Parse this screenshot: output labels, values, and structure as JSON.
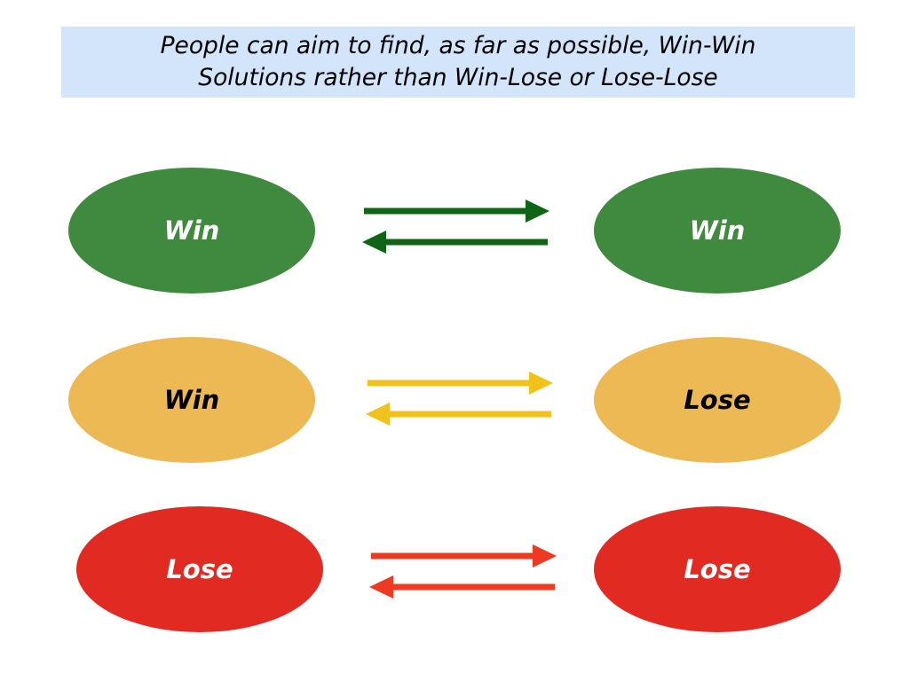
{
  "title": {
    "line1": "People can aim to find, as far as possible, Win-Win",
    "line2": "Solutions rather than Win-Lose or Lose-Lose"
  },
  "rows": [
    {
      "left": "Win",
      "right": "Win",
      "fill_color": "#3f8a3f",
      "arrow_color": "#0f6416",
      "text_color": "#ffffff"
    },
    {
      "left": "Win",
      "right": "Lose",
      "fill_color": "#ecb955",
      "arrow_color": "#f1c21b",
      "text_color": "#000000"
    },
    {
      "left": "Lose",
      "right": "Lose",
      "fill_color": "#e02a22",
      "arrow_color": "#ee3a23",
      "text_color": "#ffffff"
    }
  ]
}
